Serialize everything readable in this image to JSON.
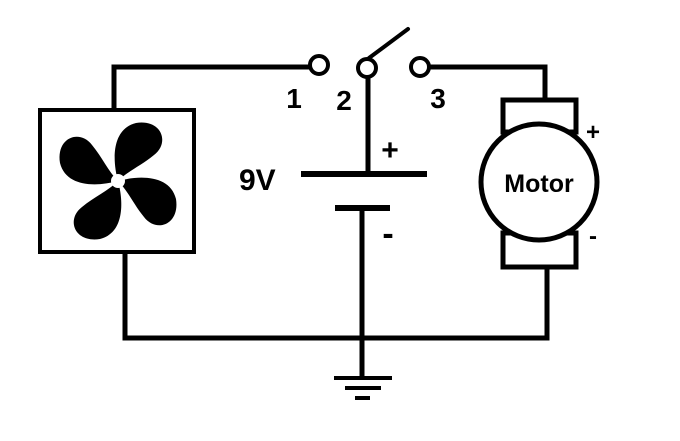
{
  "diagram": {
    "switch": {
      "terminal_labels": [
        "1",
        "2",
        "3"
      ]
    },
    "battery": {
      "voltage_label": "9V",
      "positive_sign": "+",
      "negative_sign": "-"
    },
    "motor": {
      "label": "Motor",
      "positive_sign": "+",
      "negative_sign": "-"
    },
    "components": {
      "fan_icon": "fan-icon",
      "ground_icon": "ground-icon"
    },
    "colors": {
      "line": "#000000",
      "background": "#ffffff"
    }
  }
}
